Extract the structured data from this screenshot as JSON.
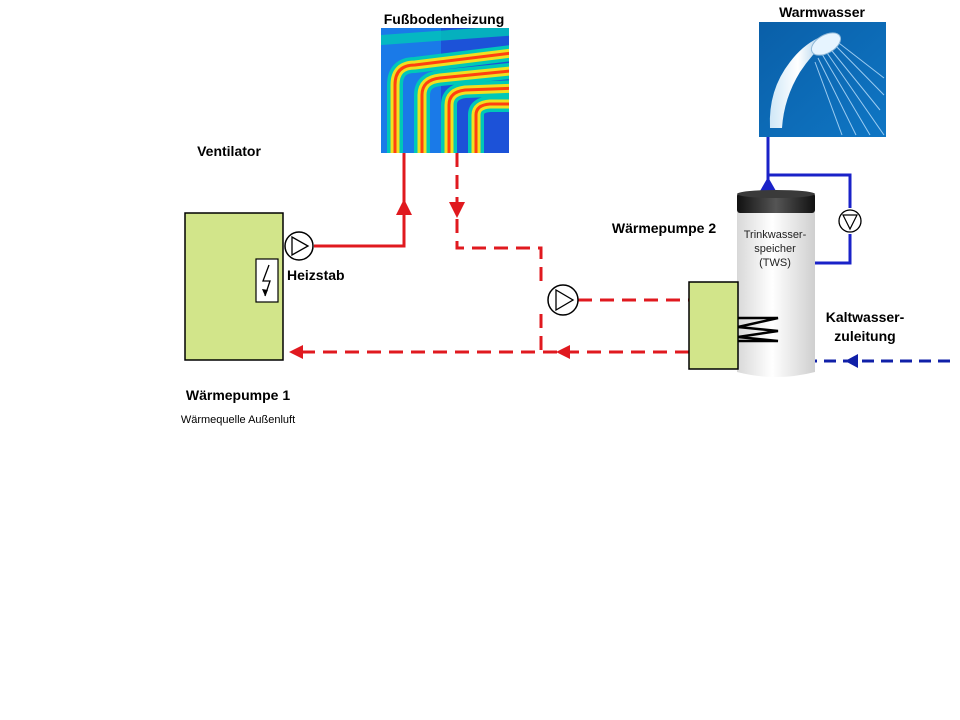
{
  "labels": {
    "underfloor_heating": "Fußbodenheizung",
    "hot_water": "Warmwasser",
    "fan": "Ventilator",
    "heating_rod": "Heizstab",
    "heat_pump_1": "Wärmepumpe 1",
    "heat_pump_1_source": "Wärmequelle Außenluft",
    "heat_pump_2": "Wärmepumpe 2",
    "tank_line_1": "Trinkwasser-",
    "tank_line_2": "speicher",
    "tank_line_3": "(TWS)",
    "cold_water_line_1": "Kaltwasser-",
    "cold_water_line_2": "zuleitung"
  },
  "colors": {
    "supply_red": "#e0191f",
    "potable_blue": "#1a22c8",
    "cold_blue": "#1020a8",
    "heat_pump_fill": "#d2e58a",
    "outline": "#000000",
    "tank_fill": "#f2f2f2",
    "tank_cap": "#2a2a2a"
  },
  "icons": {
    "underfloor_heating_image": "thermal-floor-heating-image",
    "hot_water_image": "shower-head-image",
    "heating_rod_symbol": "lightning-icon",
    "pump_symbol": "pump-icon",
    "coil_symbol": "heat-exchanger-coil-icon",
    "flow_arrow": "triangle-arrow-icon"
  }
}
